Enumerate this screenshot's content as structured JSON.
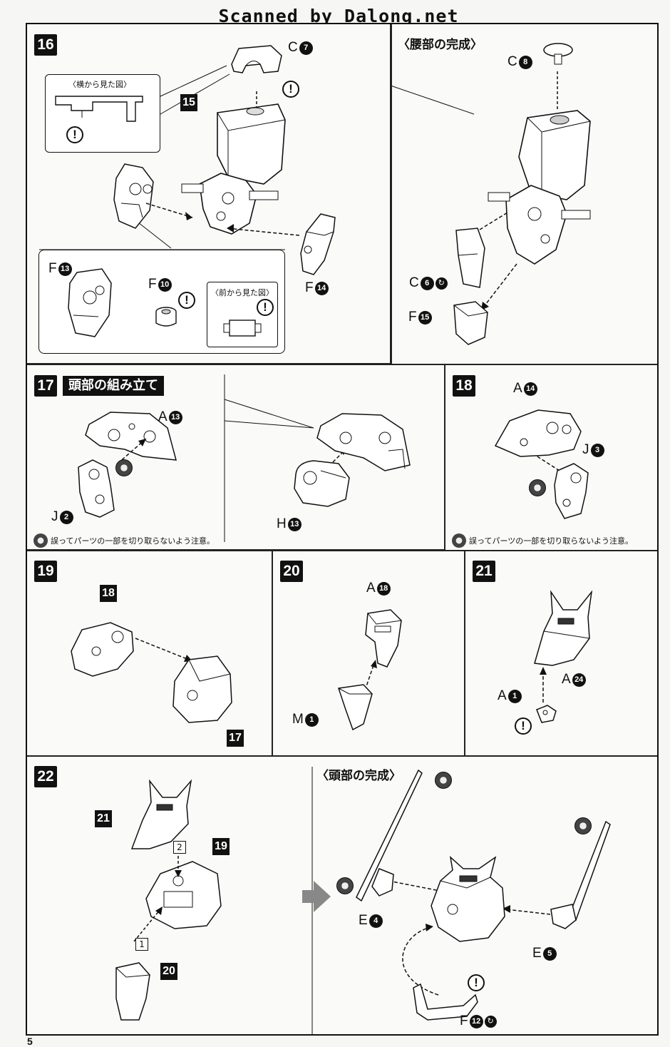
{
  "header": {
    "scan_credit": "Scanned by Dalong.net"
  },
  "page_number": "5",
  "step16": {
    "number": "16",
    "side_view_title": "〈横から見た図〉",
    "front_view_title": "〈前から見た図〉",
    "ref": "15",
    "labels": {
      "c7": {
        "letter": "C",
        "num": "7"
      },
      "f13": {
        "letter": "F",
        "num": "13"
      },
      "f10": {
        "letter": "F",
        "num": "10"
      },
      "f14": {
        "letter": "F",
        "num": "14"
      }
    }
  },
  "waist_complete": {
    "title": "〈腰部の完成〉",
    "labels": {
      "c8": {
        "letter": "C",
        "num": "8"
      },
      "c6": {
        "letter": "C",
        "num": "6"
      },
      "f15": {
        "letter": "F",
        "num": "15"
      }
    }
  },
  "step17": {
    "number": "17",
    "title": "頭部の組み立て",
    "note": "誤ってパーツの一部を切り取らないよう注意。",
    "labels": {
      "a13": {
        "letter": "A",
        "num": "13"
      },
      "j2": {
        "letter": "J",
        "num": "2"
      },
      "h13": {
        "letter": "H",
        "num": "13"
      }
    }
  },
  "step18": {
    "number": "18",
    "note": "誤ってパーツの一部を切り取らないよう注意。",
    "labels": {
      "a14": {
        "letter": "A",
        "num": "14"
      },
      "j3": {
        "letter": "J",
        "num": "3"
      }
    }
  },
  "step19": {
    "number": "19",
    "ref_top": "18",
    "ref_bottom": "17"
  },
  "step20": {
    "number": "20",
    "labels": {
      "a18": {
        "letter": "A",
        "num": "18"
      },
      "m1": {
        "letter": "M",
        "num": "1"
      }
    }
  },
  "step21": {
    "number": "21",
    "labels": {
      "a24": {
        "letter": "A",
        "num": "24"
      },
      "a1": {
        "letter": "A",
        "num": "1"
      }
    }
  },
  "step22": {
    "number": "22",
    "ref_21": "21",
    "ref_19": "19",
    "ref_20": "20",
    "order_1": "1",
    "order_2": "2"
  },
  "head_complete": {
    "title": "〈頭部の完成〉",
    "labels": {
      "e4": {
        "letter": "E",
        "num": "4"
      },
      "e5": {
        "letter": "E",
        "num": "5"
      },
      "f12": {
        "letter": "F",
        "num": "12"
      }
    }
  },
  "caution_mark": "!"
}
